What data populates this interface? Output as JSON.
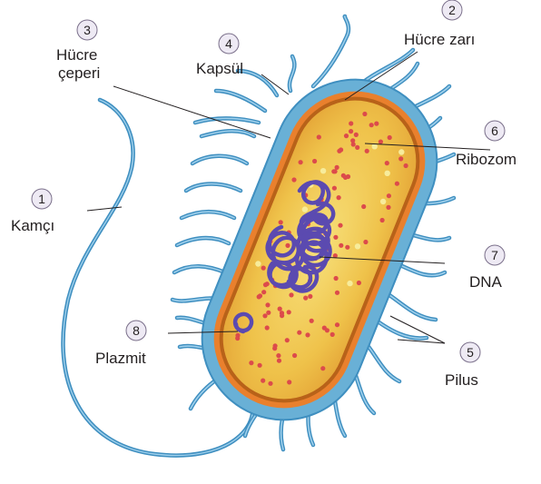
{
  "diagram": {
    "colors": {
      "capsule": "#69b0d6",
      "wall": "#e9802d",
      "membrane": "#b86219",
      "cytoplasm": "#efc24a",
      "ribosome": "#dc4b4b",
      "granule": "#f7ec9b",
      "dna": "#5b4ab0",
      "flagellum": "#3f8fc0"
    },
    "labels": [
      {
        "id": "kamci",
        "number": "1",
        "lines": [
          "Kamçı"
        ]
      },
      {
        "id": "hucre-zari",
        "number": "2",
        "lines": [
          "Hücre zarı"
        ]
      },
      {
        "id": "hucre-ceperi",
        "number": "3",
        "lines": [
          "Hücre",
          "çeperi"
        ]
      },
      {
        "id": "kapsul",
        "number": "4",
        "lines": [
          "Kapsül"
        ]
      },
      {
        "id": "pilus",
        "number": "5",
        "lines": [
          "Pilus"
        ]
      },
      {
        "id": "ribozom",
        "number": "6",
        "lines": [
          "Ribozom"
        ]
      },
      {
        "id": "dna",
        "number": "7",
        "lines": [
          "DNA"
        ]
      },
      {
        "id": "plazmit",
        "number": "8",
        "lines": [
          "Plazmit"
        ]
      }
    ]
  }
}
